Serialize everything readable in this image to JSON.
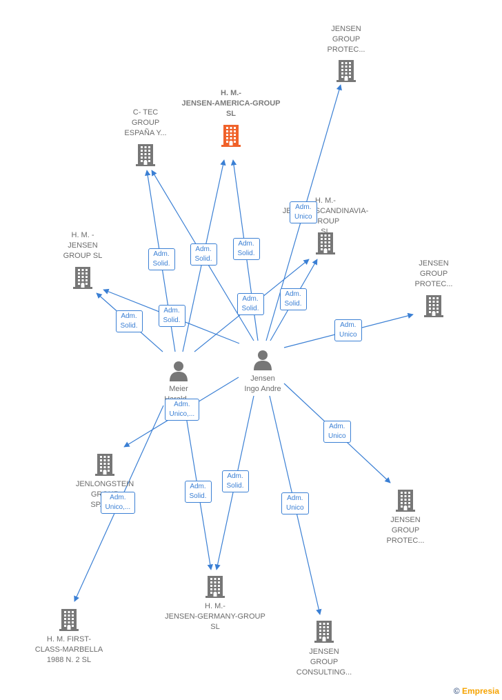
{
  "colors": {
    "edge": "#3a7fd4",
    "company": "#777777",
    "main_company": "#f0622a",
    "person": "#777777"
  },
  "people": [
    {
      "id": "meier",
      "name": "Meier\nHarald..."
    },
    {
      "id": "jensen",
      "name": "Jensen\nIngo Andre"
    }
  ],
  "companies": [
    {
      "id": "hm_america",
      "name": "H. M.-\nJENSEN-AMERICA-GROUP\nSL",
      "main": true
    },
    {
      "id": "jensen_protec_top",
      "name": "JENSEN\nGROUP\nPROTEC..."
    },
    {
      "id": "ctec",
      "name": "C- TEC\nGROUP\nESPAÑA Y..."
    },
    {
      "id": "hm_scandinavia",
      "name": "H. M.-\nJENSEN-SCANDINAVIA-GROUP\nSL"
    },
    {
      "id": "hm_jensen_group",
      "name": "H. M. -\nJENSEN\nGROUP  SL"
    },
    {
      "id": "jensen_protec_right",
      "name": "JENSEN\nGROUP\nPROTEC..."
    },
    {
      "id": "jenlongstein",
      "name": "JENLONGSTEIN\nGROUP\nSPAIN..."
    },
    {
      "id": "jensen_protec_bottom",
      "name": "JENSEN\nGROUP\nPROTEC..."
    },
    {
      "id": "hm_germany",
      "name": "H. M.-\nJENSEN-GERMANY-GROUP\nSL"
    },
    {
      "id": "hm_marbella",
      "name": "H. M. FIRST-\nCLASS-MARBELLA\n1988 N. 2  SL"
    },
    {
      "id": "jensen_consulting",
      "name": "JENSEN\nGROUP\nCONSULTING..."
    }
  ],
  "edges": [
    {
      "from": "jensen",
      "to": "jensen_protec_top",
      "label": "Adm.\nUnico"
    },
    {
      "from": "jensen",
      "to": "hm_america",
      "label": "Adm.\nSolid."
    },
    {
      "from": "meier",
      "to": "hm_america",
      "label": "Adm.\nSolid."
    },
    {
      "from": "meier",
      "to": "ctec",
      "label": "Adm.\nSolid."
    },
    {
      "from": "jensen",
      "to": "ctec",
      "label": ""
    },
    {
      "from": "meier",
      "to": "hm_scandinavia",
      "label": "Adm.\nSolid."
    },
    {
      "from": "jensen",
      "to": "hm_scandinavia",
      "label": "Adm.\nSolid."
    },
    {
      "from": "meier",
      "to": "hm_jensen_group",
      "label": "Adm.\nSolid."
    },
    {
      "from": "jensen",
      "to": "hm_jensen_group",
      "label": "Adm.\nSolid."
    },
    {
      "from": "jensen",
      "to": "jensen_protec_right",
      "label": "Adm.\nUnico"
    },
    {
      "from": "jensen",
      "to": "jenlongstein",
      "label": "Adm.\nUnico,..."
    },
    {
      "from": "jensen",
      "to": "jensen_protec_bottom",
      "label": "Adm.\nUnico"
    },
    {
      "from": "meier",
      "to": "hm_germany",
      "label": "Adm.\nSolid."
    },
    {
      "from": "jensen",
      "to": "hm_germany",
      "label": "Adm.\nSolid."
    },
    {
      "from": "meier",
      "to": "hm_marbella",
      "label": "Adm.\nUnico,..."
    },
    {
      "from": "jensen",
      "to": "jensen_consulting",
      "label": "Adm.\nUnico"
    }
  ],
  "brand": {
    "symbol": "©",
    "text": "Empresia"
  }
}
